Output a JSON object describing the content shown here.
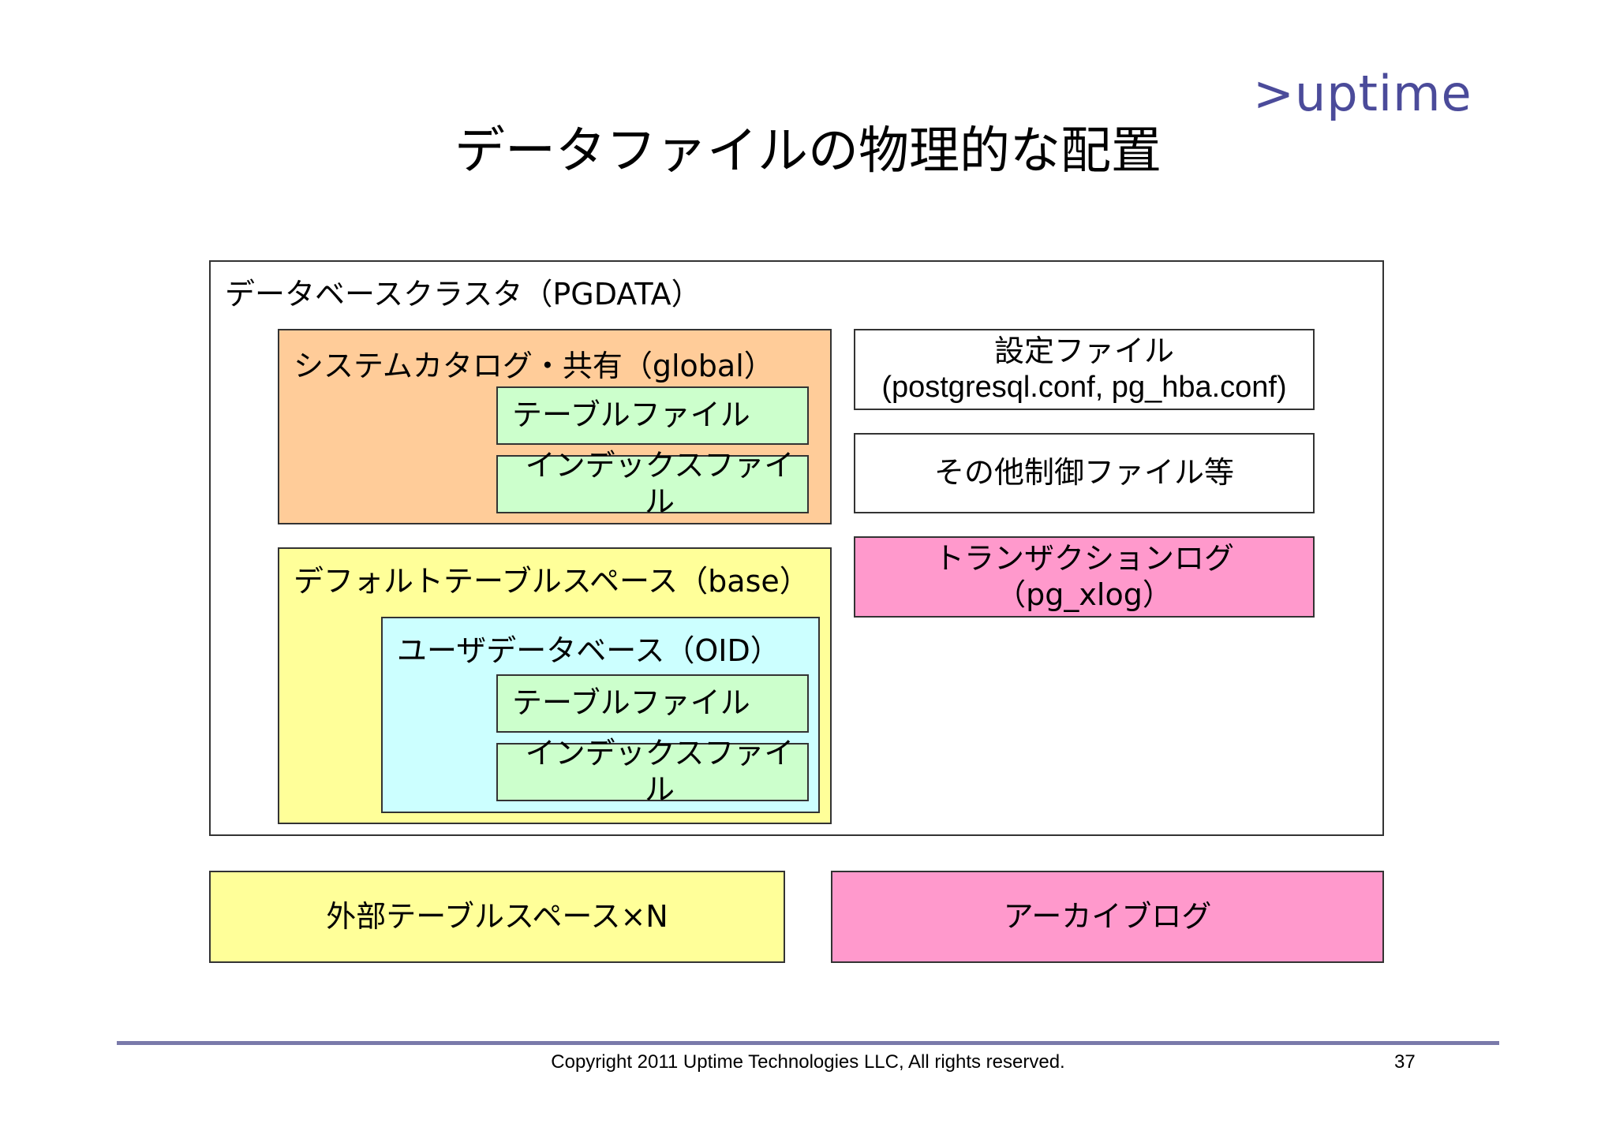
{
  "logo": ">uptime",
  "title": "データファイルの物理的な配置",
  "cluster": {
    "label": "データベースクラスタ（PGDATA）",
    "system_catalog": {
      "label": "システムカタログ・共有（global）",
      "table_file": "テーブルファイル",
      "index_file": "インデックスファイル"
    },
    "default_tablespace": {
      "label": "デフォルトテーブルスペース（base）",
      "user_db": {
        "label": "ユーザデータベース（OID）",
        "table_file": "テーブルファイル",
        "index_file": "インデックスファイル"
      }
    },
    "config_file": {
      "line1": "設定ファイル",
      "line2": "(postgresql.conf, pg_hba.conf)"
    },
    "other_control": "その他制御ファイル等",
    "transaction_log": "トランザクションログ（pg_xlog）"
  },
  "external_tablespace": "外部テーブルスペース×N",
  "archive_log": "アーカイブログ",
  "footer": {
    "copyright": "Copyright 2011 Uptime Technologies LLC, All rights reserved.",
    "page": "37"
  },
  "colors": {
    "system_catalog": "#ffcc99",
    "file": "#ccffcc",
    "tablespace": "#ffff99",
    "user_db": "#ccffff",
    "log": "#ff99cc",
    "rule": "#7a7aaa",
    "logo": "#4b4b9a"
  }
}
